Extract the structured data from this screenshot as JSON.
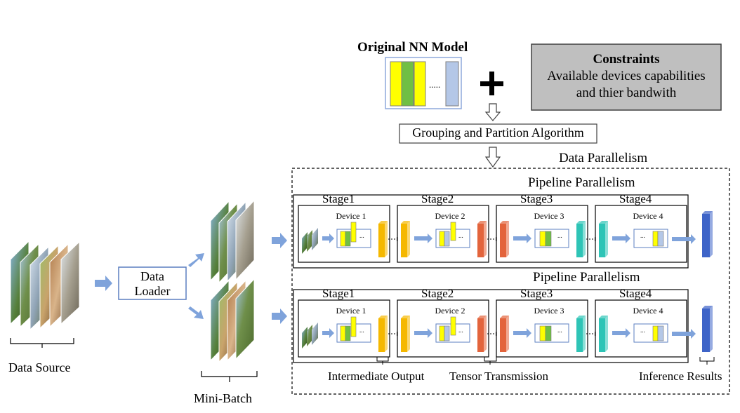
{
  "model": {
    "title": "Original NN Model",
    "dots": ".....",
    "plus": "+"
  },
  "constraints": {
    "title": "Constraints",
    "line1": "Available devices capabilities",
    "line2": "and thier bandwith"
  },
  "algorithm": {
    "label": "Grouping and Partition Algorithm"
  },
  "data_parallelism": {
    "label": "Data Parallelism"
  },
  "pipelines": [
    {
      "label": "Pipeline  Parallelism",
      "stages": [
        {
          "stage": "Stage1",
          "device": "Device 1"
        },
        {
          "stage": "Stage2",
          "device": "Device 2"
        },
        {
          "stage": "Stage3",
          "device": "Device 3"
        },
        {
          "stage": "Stage4",
          "device": "Device 4"
        }
      ]
    },
    {
      "label": "Pipeline  Parallelism",
      "stages": [
        {
          "stage": "Stage1",
          "device": "Device 1"
        },
        {
          "stage": "Stage2",
          "device": "Device 2"
        },
        {
          "stage": "Stage3",
          "device": "Device 3"
        },
        {
          "stage": "Stage4",
          "device": "Device 4"
        }
      ]
    }
  ],
  "data_loader": {
    "line1": "Data",
    "line2": "Loader"
  },
  "labels": {
    "data_source": "Data Source",
    "mini_batch": "Mini-Batch",
    "intermediate_output": "Intermediate Output",
    "tensor_transmission": "Tensor Transmission",
    "inference_results": "Inference Results"
  },
  "colors": {
    "yellow": "#FFFF00",
    "green": "#70BF44",
    "lavender": "#B4C7E7",
    "orange_tensor": "#F5B800",
    "red_tensor": "#E3643C",
    "teal_tensor": "#2EC4B6",
    "blue_result": "#3E64C8",
    "arrow_blue": "#7FA3DB",
    "constraints_bg": "#BFBFBF"
  }
}
